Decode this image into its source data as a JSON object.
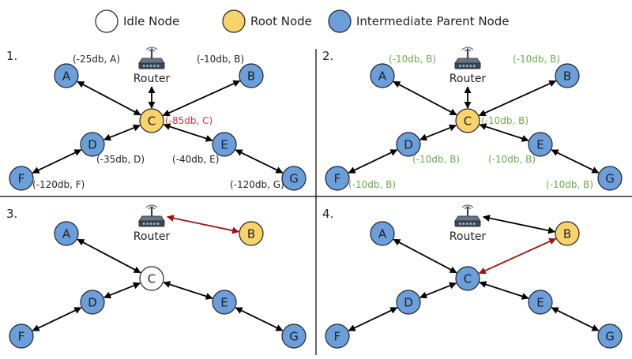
{
  "legend": [
    {
      "label": "Idle Node",
      "fill": "#ffffff"
    },
    {
      "label": "Root Node",
      "fill": "#f8d26a"
    },
    {
      "label": "Intermediate Parent Node",
      "fill": "#6a9fdc"
    }
  ],
  "colors": {
    "idle": "#ffffff",
    "root": "#f8d26a",
    "parent": "#6a9fdc",
    "edge": "#000000",
    "edge_highlight": "#a10f0f",
    "rssi_default": "#222222",
    "rssi_highlight": "#e03030",
    "rssi_green": "#6aa84f"
  },
  "router_label": "Router",
  "panels": [
    {
      "number": "1.",
      "nodes": {
        "A": "parent",
        "B": "parent",
        "C": "root",
        "D": "parent",
        "E": "parent",
        "F": "parent",
        "G": "parent"
      },
      "edges": [
        {
          "from": "router",
          "to": "C",
          "highlight": false
        },
        {
          "from": "A",
          "to": "C",
          "highlight": false
        },
        {
          "from": "B",
          "to": "C",
          "highlight": false
        },
        {
          "from": "D",
          "to": "C",
          "highlight": false
        },
        {
          "from": "E",
          "to": "C",
          "highlight": false
        },
        {
          "from": "F",
          "to": "D",
          "highlight": false
        },
        {
          "from": "G",
          "to": "E",
          "highlight": false
        }
      ],
      "rssi": {
        "A": {
          "text": "(-25db, A)",
          "color": "default"
        },
        "B": {
          "text": "(-10db, B)",
          "color": "default"
        },
        "C": {
          "text": "(-85db, C)",
          "color": "highlight"
        },
        "D": {
          "text": "(-35db, D)",
          "color": "default"
        },
        "E": {
          "text": "(-40db, E)",
          "color": "default"
        },
        "F": {
          "text": "(-120db, F)",
          "color": "default"
        },
        "G": {
          "text": "(-120db, G)",
          "color": "default"
        }
      }
    },
    {
      "number": "2.",
      "nodes": {
        "A": "parent",
        "B": "parent",
        "C": "root",
        "D": "parent",
        "E": "parent",
        "F": "parent",
        "G": "parent"
      },
      "edges": [
        {
          "from": "router",
          "to": "C",
          "highlight": false
        },
        {
          "from": "A",
          "to": "C",
          "highlight": false
        },
        {
          "from": "B",
          "to": "C",
          "highlight": false
        },
        {
          "from": "D",
          "to": "C",
          "highlight": false
        },
        {
          "from": "E",
          "to": "C",
          "highlight": false
        },
        {
          "from": "F",
          "to": "D",
          "highlight": false
        },
        {
          "from": "G",
          "to": "E",
          "highlight": false
        }
      ],
      "rssi": {
        "A": {
          "text": "(-10db, B)",
          "color": "green"
        },
        "B": {
          "text": "(-10db, B)",
          "color": "green"
        },
        "C": {
          "text": "(-10db, B)",
          "color": "green"
        },
        "D": {
          "text": "(-10db, B)",
          "color": "green"
        },
        "E": {
          "text": "(-10db, B)",
          "color": "green"
        },
        "F": {
          "text": "(-10db, B)",
          "color": "green"
        },
        "G": {
          "text": "(-10db, B)",
          "color": "green"
        }
      }
    },
    {
      "number": "3.",
      "nodes": {
        "A": "parent",
        "B": "root",
        "C": "idle",
        "D": "parent",
        "E": "parent",
        "F": "parent",
        "G": "parent"
      },
      "edges": [
        {
          "from": "router",
          "to": "B",
          "highlight": true
        },
        {
          "from": "A",
          "to": "C",
          "highlight": false
        },
        {
          "from": "D",
          "to": "C",
          "highlight": false
        },
        {
          "from": "E",
          "to": "C",
          "highlight": false
        },
        {
          "from": "F",
          "to": "D",
          "highlight": false
        },
        {
          "from": "G",
          "to": "E",
          "highlight": false
        }
      ],
      "rssi": {}
    },
    {
      "number": "4.",
      "nodes": {
        "A": "parent",
        "B": "root",
        "C": "parent",
        "D": "parent",
        "E": "parent",
        "F": "parent",
        "G": "parent"
      },
      "edges": [
        {
          "from": "router",
          "to": "B",
          "highlight": false
        },
        {
          "from": "A",
          "to": "C",
          "highlight": false
        },
        {
          "from": "B",
          "to": "C",
          "highlight": true
        },
        {
          "from": "D",
          "to": "C",
          "highlight": false
        },
        {
          "from": "E",
          "to": "C",
          "highlight": false
        },
        {
          "from": "F",
          "to": "D",
          "highlight": false
        },
        {
          "from": "G",
          "to": "E",
          "highlight": false
        }
      ],
      "rssi": {}
    }
  ]
}
